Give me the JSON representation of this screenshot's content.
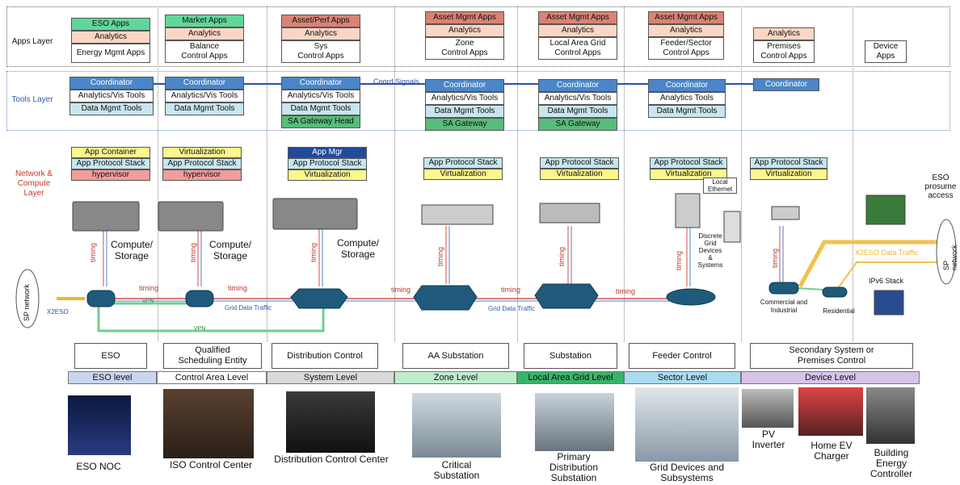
{
  "layers": {
    "apps": "Apps Layer",
    "tools": "Tools Layer",
    "network": "Network &\nCompute\nLayer"
  },
  "apps": [
    {
      "rows": [
        "ESO Apps",
        "Analytics",
        "Energy Mgmt Apps"
      ]
    },
    {
      "rows": [
        "Market Apps",
        "Analytics",
        "Balance\nControl Apps"
      ]
    },
    {
      "rows": [
        "Asset/Perf Apps",
        "Analytics",
        "Sys\nControl Apps"
      ]
    },
    {
      "rows": [
        "Asset Mgmt Apps",
        "Analytics",
        "Zone\nControl Apps"
      ]
    },
    {
      "rows": [
        "Asset Mgmt Apps",
        "Analytics",
        "Local Area Grid\nControl Apps"
      ]
    },
    {
      "rows": [
        "Asset Mgmt Apps",
        "Analytics",
        "Feeder/Sector\nControl Apps"
      ]
    },
    {
      "rows": [
        "Analytics",
        "Premises\nControl Apps"
      ]
    },
    {
      "rows": [
        "Device\nApps"
      ]
    }
  ],
  "tools": [
    {
      "rows": [
        "Coordinator",
        "Analytics/Vis Tools",
        "Data Mgmt Tools"
      ]
    },
    {
      "rows": [
        "Coordinator",
        "Analytics/Vis Tools",
        "Data Mgmt Tools"
      ]
    },
    {
      "rows": [
        "Coordinator",
        "Analytics/Vis Tools",
        "Data Mgmt Tools",
        "SA Gateway Head"
      ]
    },
    {
      "rows": [
        "Coordinator",
        "Analytics/Vis Tools",
        "Data Mgmt Tools",
        "SA Gateway"
      ]
    },
    {
      "rows": [
        "Coordinator",
        "Analytics/Vis Tools",
        "Data Mgmt Tools",
        "SA Gateway"
      ]
    },
    {
      "rows": [
        "Coordinator",
        "Analytics Tools",
        "Data Mgmt Tools"
      ]
    },
    {
      "rows": [
        "Coordinator"
      ]
    }
  ],
  "coord_signals": "Coord Signals",
  "compute": [
    {
      "rows": [
        "App Container",
        "App Protocol Stack",
        "hypervisor"
      ]
    },
    {
      "rows": [
        "Virtualization",
        "App Protocol Stack",
        "hypervisor"
      ]
    },
    {
      "rows": [
        "App Mgr",
        "App Protocol Stack",
        "Virtualization"
      ]
    },
    {
      "rows": [
        "App Protocol Stack",
        "Virtualization"
      ]
    },
    {
      "rows": [
        "App Protocol Stack",
        "Virtualization"
      ]
    },
    {
      "rows": [
        "App Protocol Stack",
        "Virtualization"
      ]
    },
    {
      "rows": [
        "App Protocol Stack",
        "Virtualization"
      ]
    }
  ],
  "compute_storage": "Compute/\nStorage",
  "local_ethernet": "Local\nEthernet",
  "discrete": "Discrete\nGrid\nDevices\n&\nSystems",
  "eso_access": "ESO\nprosume\naccess",
  "sp_network": "SP network",
  "x2eso": "X2ESO",
  "x2eso_traffic": "X2ESO Data Traffic",
  "vpn": "VPN",
  "grid_traffic": "Grid Data Traffic",
  "timing": "timing",
  "ipv6": "IPv6 Stack",
  "commercial": "Commercial and\nIndustrial",
  "residential": "Residential",
  "entities": [
    "ESO",
    "Qualified\nScheduling Entity",
    "Distribution Control",
    "AA Substation",
    "Substation",
    "Feeder Control",
    "Secondary System or\nPremises Control"
  ],
  "levels": [
    {
      "label": "ESO level",
      "color": "#c9d6ee"
    },
    {
      "label": "Control Area Level",
      "color": "#ffffff"
    },
    {
      "label": "System Level",
      "color": "#d9d9d9"
    },
    {
      "label": "Zone Level",
      "color": "#bfeccd"
    },
    {
      "label": "Local Area Grid Level",
      "color": "#39b36b"
    },
    {
      "label": "Sector Level",
      "color": "#a9dcf0"
    },
    {
      "label": "Device Level",
      "color": "#d7c3ea"
    }
  ],
  "captions": [
    "ESO NOC",
    "ISO Control Center",
    "Distribution Control Center",
    "Critical\nSubstation",
    "Primary\nDistribution\nSubstation",
    "Grid Devices and\nSubsystems",
    "PV\nInverter",
    "Home EV\nCharger",
    "Building\nEnergy\nController"
  ]
}
